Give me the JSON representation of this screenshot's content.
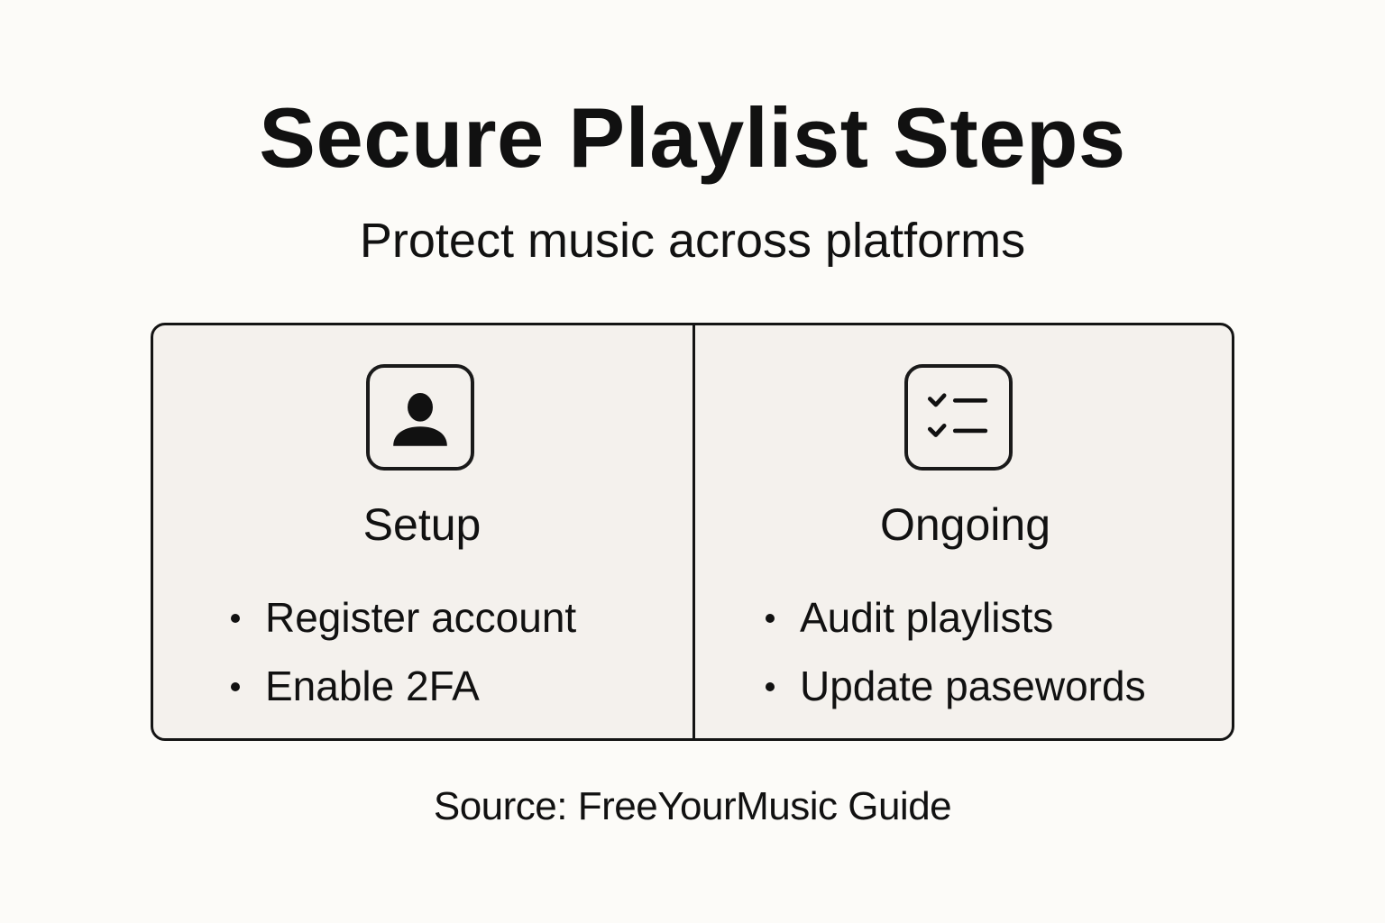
{
  "header": {
    "title": "Secure Playlist Steps",
    "subtitle": "Protect music across platforms"
  },
  "columns": [
    {
      "icon": "user-profile-icon",
      "heading": "Setup",
      "items": [
        "Register account",
        "Enable 2FA"
      ]
    },
    {
      "icon": "checklist-icon",
      "heading": "Ongoing",
      "items": [
        "Audit playlists",
        "Update pasewords"
      ]
    }
  ],
  "footer": {
    "source": "Source: FreeYourMusic Guide"
  },
  "colors": {
    "background": "#fcfbf8",
    "panel": "#f4f1ed",
    "ink": "#111111"
  }
}
